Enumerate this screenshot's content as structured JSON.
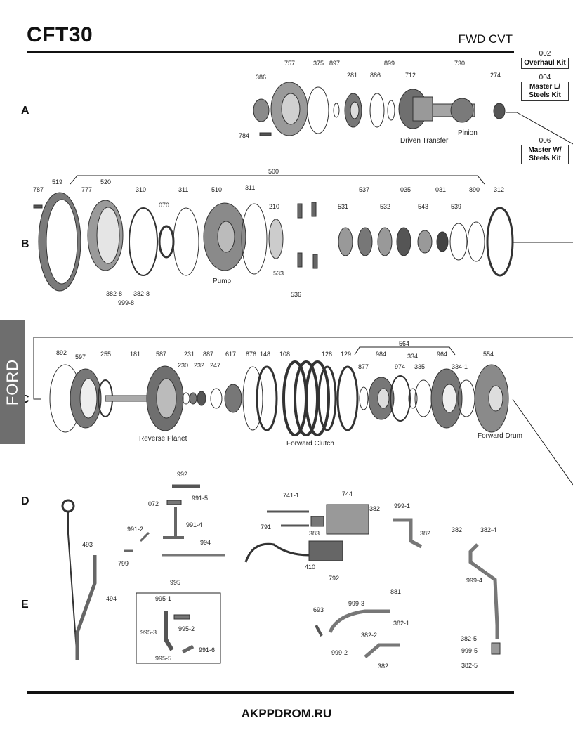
{
  "header": {
    "title": "CFT30",
    "subtitle": "FWD CVT"
  },
  "kits": [
    {
      "num": "002",
      "name": "Overhaul Kit"
    },
    {
      "num": "004",
      "name": "Master L/ Steels Kit"
    },
    {
      "num": "006",
      "name": "Master W/ Steels Kit"
    }
  ],
  "rows": [
    "A",
    "B",
    "C",
    "D",
    "E"
  ],
  "brand": "FORD",
  "captions": [
    "Driven Transfer",
    "Pinion",
    "Pump",
    "Reverse Planet",
    "Forward Clutch",
    "Forward Drum"
  ],
  "parts": [
    "386",
    "757",
    "375",
    "897",
    "281",
    "886",
    "899",
    "712",
    "730",
    "274",
    "784",
    "500",
    "787",
    "519",
    "777",
    "520",
    "310",
    "311",
    "510",
    "311",
    "210",
    "070",
    "382-8",
    "382-8",
    "999-8",
    "533",
    "536",
    "531",
    "537",
    "532",
    "035",
    "543",
    "031",
    "539",
    "890",
    "312",
    "564",
    "892",
    "597",
    "255",
    "181",
    "587",
    "231",
    "887",
    "230",
    "232",
    "247",
    "617",
    "876",
    "148",
    "108",
    "128",
    "129",
    "984",
    "877",
    "974",
    "334",
    "335",
    "964",
    "334-1",
    "554",
    "992",
    "072",
    "991-5",
    "991-4",
    "991-2",
    "799",
    "994",
    "995",
    "995-1",
    "995-2",
    "995-3",
    "995-5",
    "991-6",
    "741-1",
    "744",
    "382",
    "791",
    "383",
    "999-1",
    "382",
    "410",
    "792",
    "382",
    "382-4",
    "999-4",
    "493",
    "494",
    "693",
    "999-3",
    "881",
    "382-1",
    "382-2",
    "999-2",
    "382",
    "382-5",
    "999-5",
    "382-5"
  ],
  "footer": "AKPPDROM.RU"
}
